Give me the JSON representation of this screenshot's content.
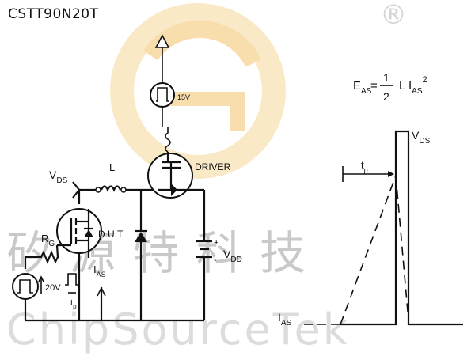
{
  "part_number": "CSTT90N20T",
  "watermark": {
    "cn_text": "矽源特科技",
    "en_text": "ChipSourceTek",
    "logo_color": "#f3c36b",
    "registered_mark": "®"
  },
  "circuit": {
    "vds_label_main": "V",
    "vds_label_sub": "DS",
    "inductor_label": "L",
    "driver_label": "DRIVER",
    "dut_label": "D.U.T",
    "gate_resistor_main": "R",
    "gate_resistor_sub": "G",
    "gate_voltage": "20V",
    "tp_main": "t",
    "tp_sub": "p",
    "ias_main": "I",
    "ias_sub": "AS",
    "vdd_main": "V",
    "vdd_sub": "DD",
    "driver_supply": "15V",
    "supply_plus": "+",
    "supply_minus": "-"
  },
  "waveform": {
    "formula_e": "E",
    "formula_e_sub": "AS",
    "formula_eq": "=",
    "formula_num": "1",
    "formula_den": "2",
    "formula_l": "L",
    "formula_i": "I",
    "formula_i_sub": "AS",
    "formula_exp": "2",
    "vds_main": "V",
    "vds_sub": "DS",
    "tp_main": "t",
    "tp_sub": "p",
    "ias_main": "I",
    "ias_sub": "AS"
  }
}
